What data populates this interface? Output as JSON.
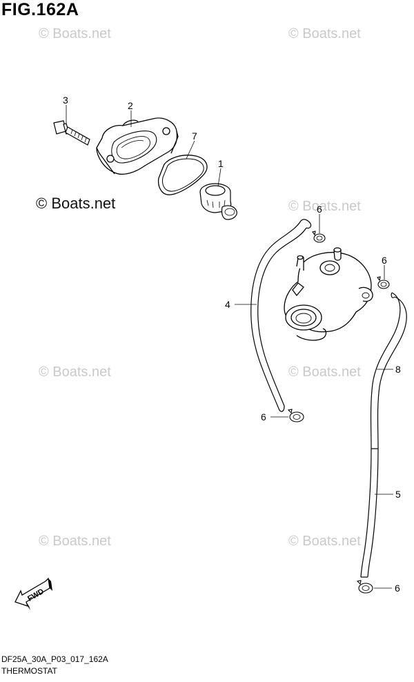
{
  "figure": {
    "title": "FIG.162A",
    "code": "DF25A_30A_P03_017_162A",
    "name": "THERMOSTAT"
  },
  "watermark": {
    "text": "© Boats.net",
    "primary_text": "© Boats.net"
  },
  "callouts": {
    "c1": "1",
    "c2": "2",
    "c3": "3",
    "c4": "4",
    "c5": "5",
    "c6a": "6",
    "c6b": "6",
    "c6c": "6",
    "c6d": "6",
    "c7": "7",
    "c8": "8"
  },
  "fwd_label": "FWD"
}
